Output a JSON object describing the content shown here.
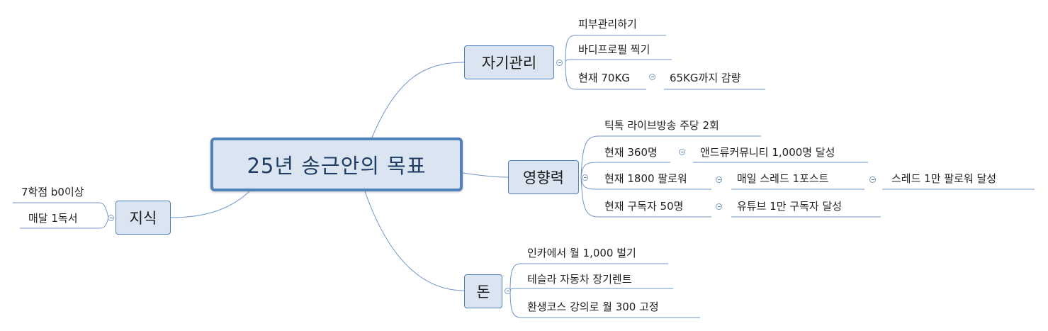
{
  "central": {
    "label": "25년 송근안의 목표"
  },
  "branches": {
    "self_care": {
      "label": "자기관리",
      "items": [
        "피부관리하기",
        "바디프로필 찍기",
        "현재 70KG",
        "65KG까지 감량"
      ]
    },
    "influence": {
      "label": "영향력",
      "items": [
        "틱톡 라이브방송 주당 2회",
        "현재 360명",
        "앤드류커뮤니티 1,000명 달성",
        "현재 1800 팔로워",
        "매일 스레드 1포스트",
        "스레드 1만 팔로워 달성",
        "현재 구독자 50명",
        "유튜브 1만 구독자 달성"
      ]
    },
    "money": {
      "label": "돈",
      "items": [
        "인카에서 월 1,000 벌기",
        "테슬라 자동차 장기렌트",
        "환생코스 강의로 월 300 고정"
      ]
    },
    "knowledge": {
      "label": "지식",
      "items": [
        "7학점 b0이상",
        "매달 1독서"
      ]
    }
  }
}
